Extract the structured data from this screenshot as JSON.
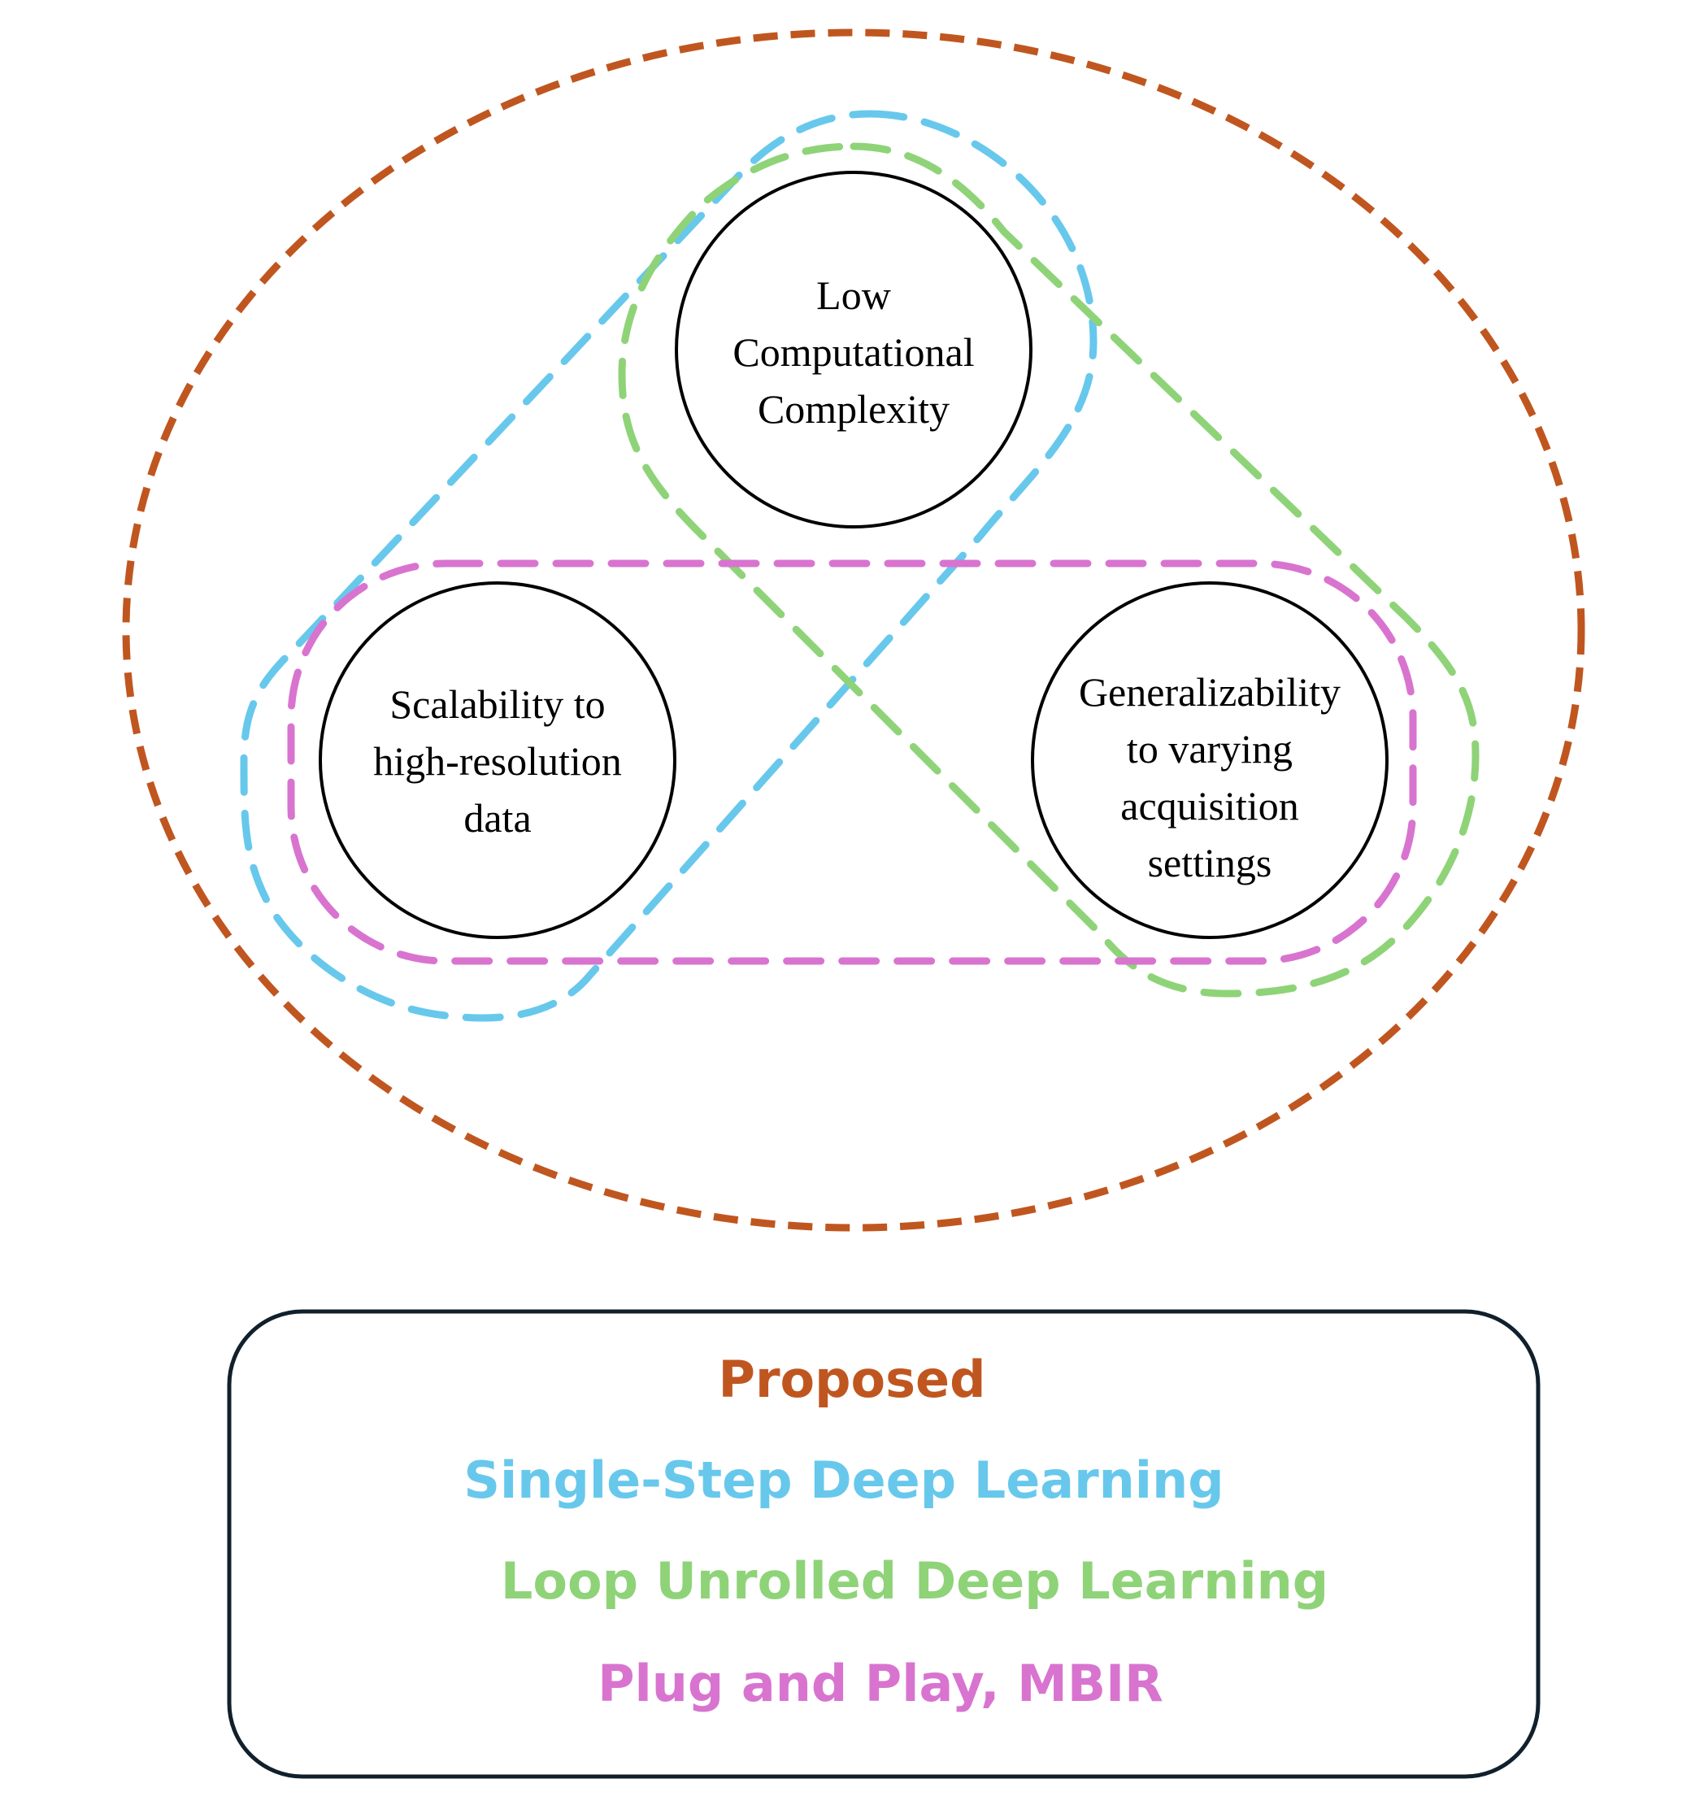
{
  "colors": {
    "proposed": "#C0561F",
    "single_step": "#67C8EC",
    "loop_unrolled": "#8FD378",
    "plug_and_play": "#D874CF",
    "circle_stroke": "#000000",
    "legend_border": "#10202C"
  },
  "circles": {
    "top": {
      "lines": [
        "Low",
        "Computational",
        "Complexity"
      ]
    },
    "left": {
      "lines": [
        "Scalability to",
        "high-resolution",
        "data"
      ]
    },
    "right": {
      "lines": [
        "Generalizability",
        "to varying",
        "acquisition",
        "settings"
      ]
    }
  },
  "legend": {
    "proposed": "Proposed",
    "single_step": "Single-Step Deep Learning",
    "loop_unrolled": "Loop Unrolled Deep Learning",
    "plug_and_play": "Plug and Play, MBIR"
  }
}
